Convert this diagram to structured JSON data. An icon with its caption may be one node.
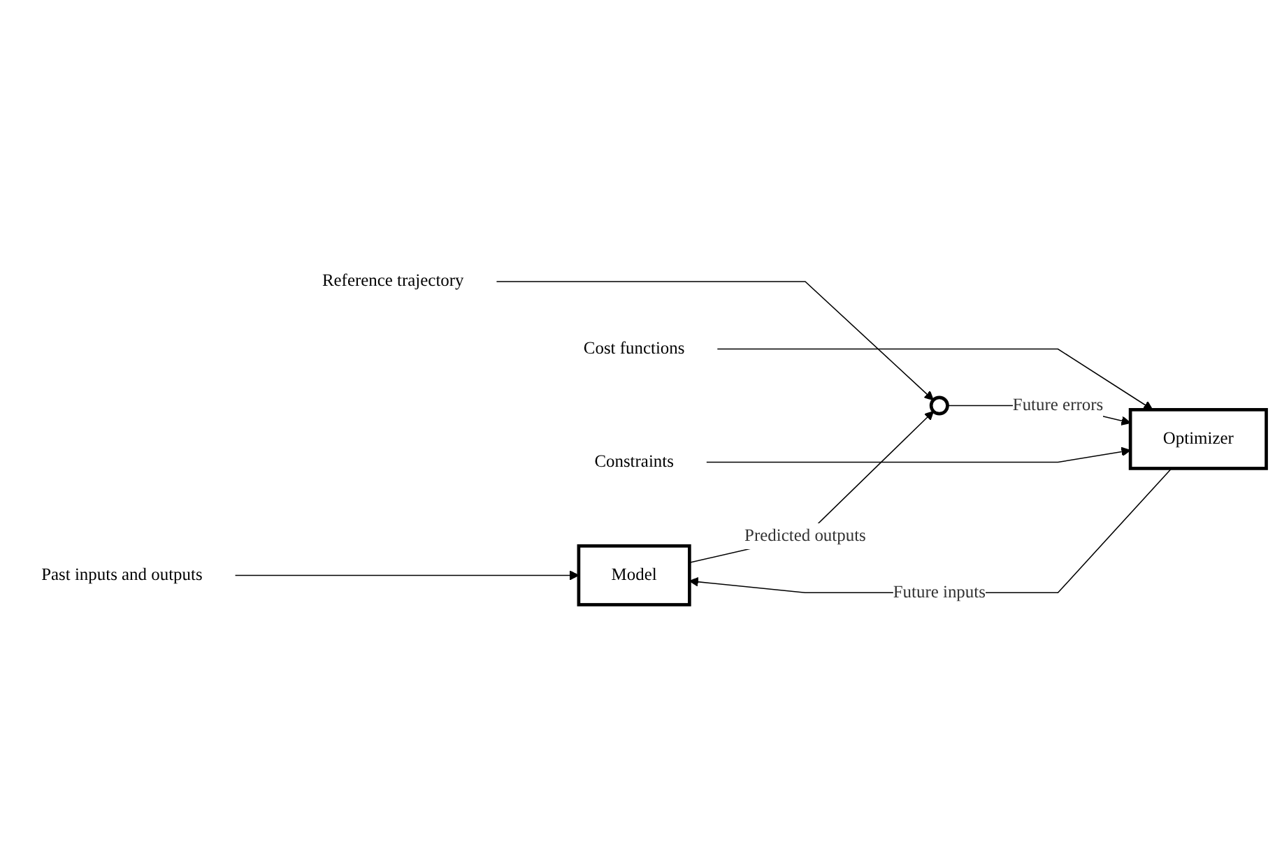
{
  "diagram": {
    "nodes": [
      {
        "text": [
          "Past inputs and outputs"
        ]
      },
      {
        "text": [
          "Model"
        ]
      },
      {
        "text": [
          "Reference trajectory"
        ]
      },
      {
        "text": [],
        "shape": "circle"
      },
      {
        "text": [
          "Optimizer"
        ]
      },
      {
        "text": [
          "Cost functions"
        ]
      },
      {
        "text": [
          "Constraints"
        ]
      }
    ],
    "edges": [
      {
        "from": 0,
        "to": 1,
        "arrow": "to"
      },
      {
        "from": 1,
        "to": 3,
        "arrow": "to",
        "label": "Predicted outputs"
      },
      {
        "from": 2,
        "to": 3,
        "arrow": "to"
      },
      {
        "from": 3,
        "to": 4,
        "arrow": "to",
        "label": "Future errors"
      },
      {
        "from": 4,
        "to": 1,
        "arrow": "to",
        "label": "Future inputs"
      },
      {
        "from": 5,
        "to": 4,
        "arrow": "to"
      },
      {
        "from": 6,
        "to": 4,
        "arrow": "to"
      }
    ]
  }
}
